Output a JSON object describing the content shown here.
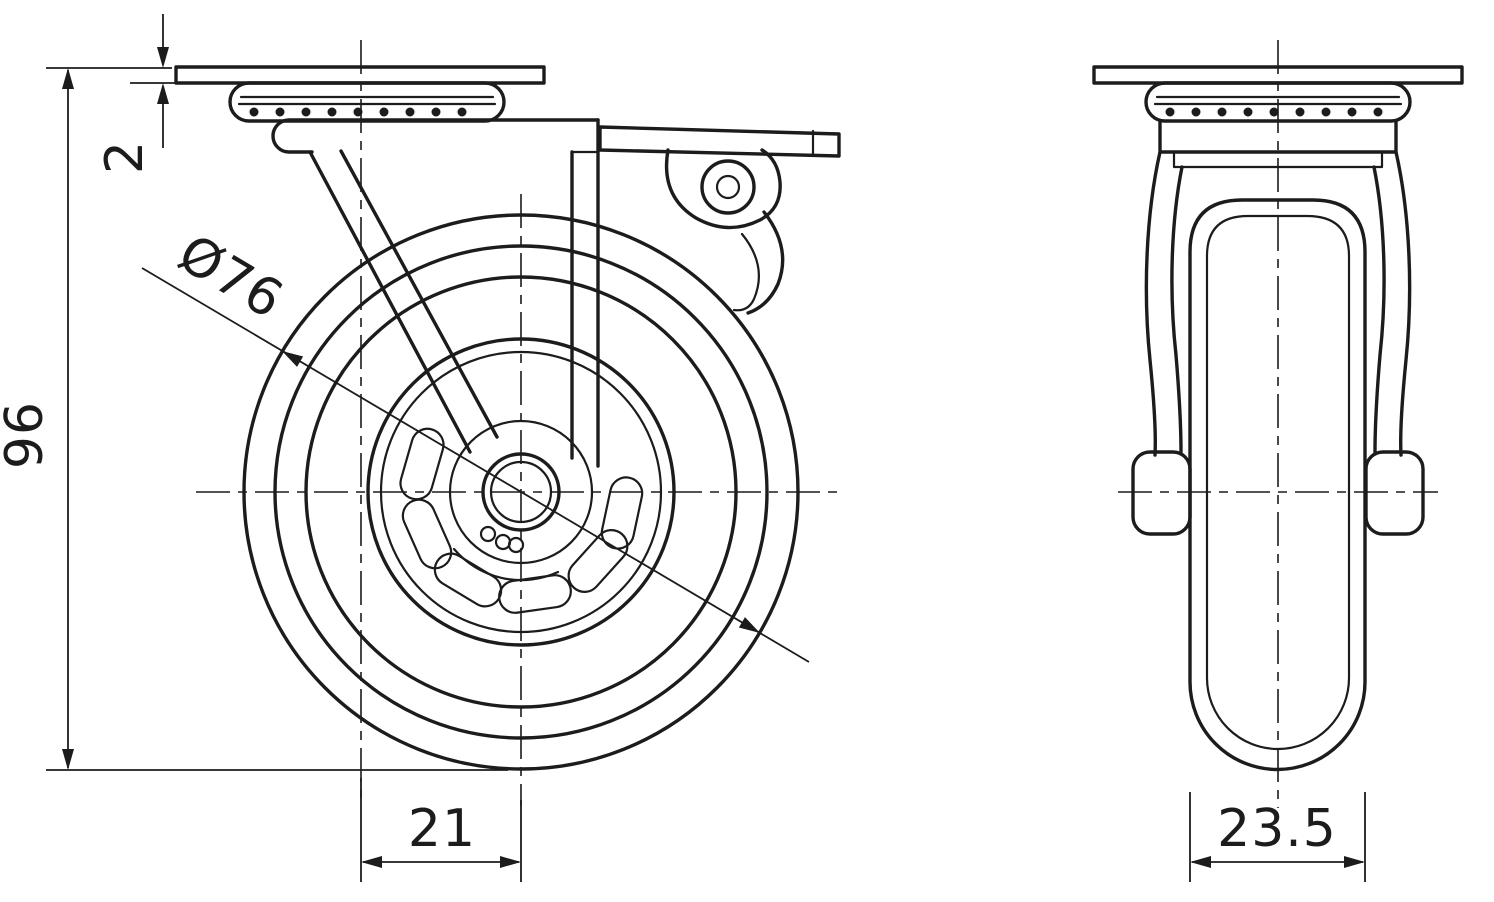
{
  "drawing": {
    "background_color": "#ffffff",
    "line_color": "#1c1c1c",
    "dimensions": {
      "overall_height": "96",
      "plate_thickness": "2",
      "wheel_diameter": "Ø76",
      "swivel_offset": "21",
      "wheel_width": "23.5"
    }
  }
}
